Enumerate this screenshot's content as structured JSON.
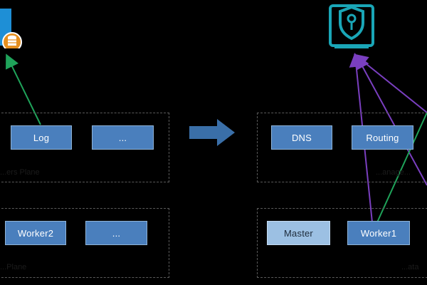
{
  "left_panel": {
    "top_group": {
      "label": "...ers Plane",
      "nodes": [
        "Log",
        "..."
      ]
    },
    "bottom_group": {
      "label": "...Plane",
      "nodes": [
        "Worker2",
        "..."
      ]
    }
  },
  "right_panel": {
    "top_group": {
      "label": "...anage...",
      "nodes": [
        "DNS",
        "Routing"
      ]
    },
    "bottom_group": {
      "label": "...ata",
      "nodes": [
        "Master",
        "Worker1"
      ]
    }
  },
  "icons": {
    "left_top": "database-stack-icon",
    "right_top": "security-shield-icon",
    "middle": "right-arrow-icon"
  },
  "colors": {
    "node_fill": "#4a7fbd",
    "node_fill_light": "#9cc0e3",
    "green_line": "#1fa35a",
    "purple_line": "#7a3fc0",
    "arrow": "#3a6fa8",
    "icon_teal": "#1aa6b7"
  }
}
